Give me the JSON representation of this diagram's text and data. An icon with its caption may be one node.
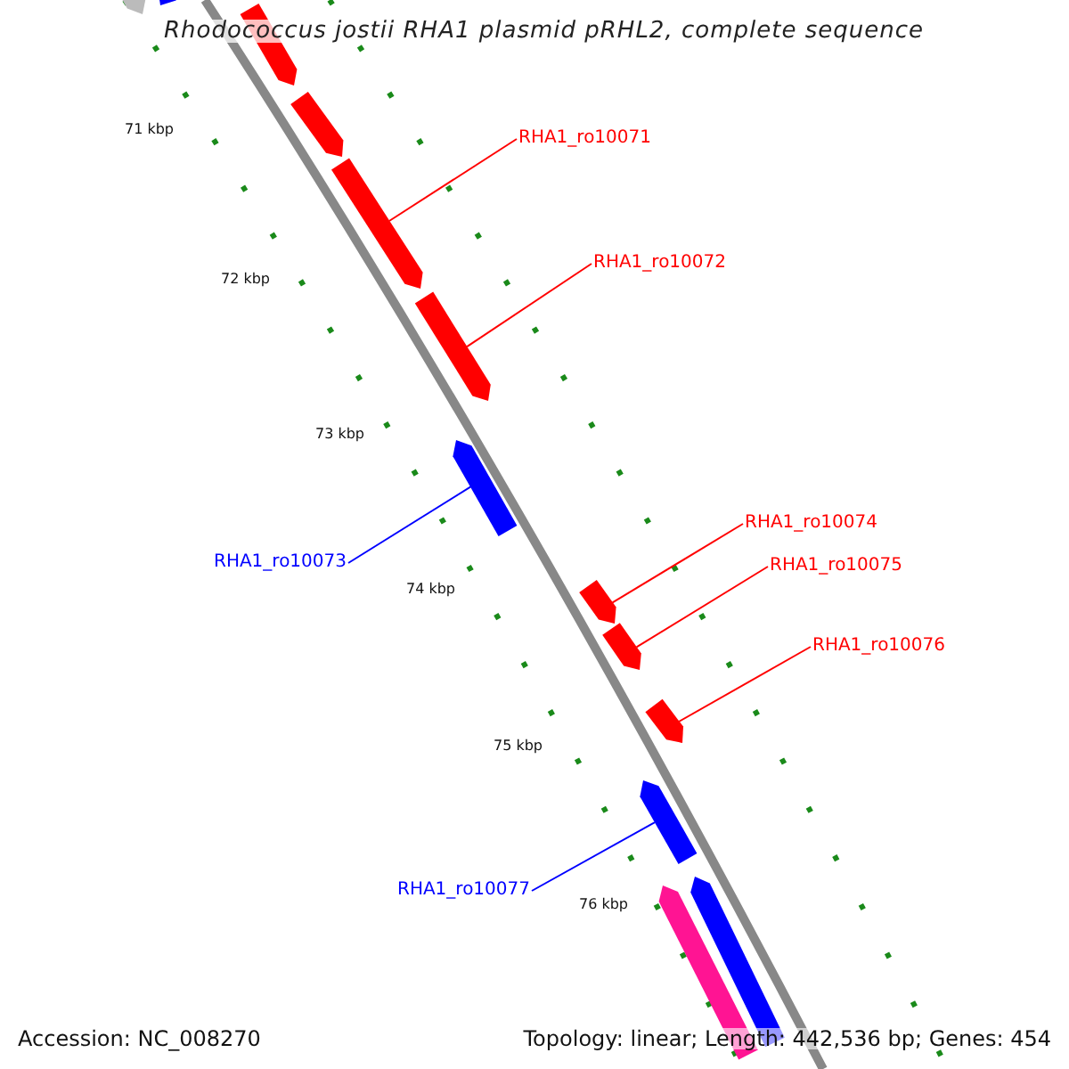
{
  "diagram": {
    "title": "Rhodococcus jostii RHA1 plasmid pRHL2, complete sequence",
    "nodes": [
      {
        "text": [
          "RHA1_ro10071"
        ]
      },
      {
        "text": [
          "RHA1_ro10072"
        ]
      },
      {
        "text": [
          "RHA1_ro10073"
        ]
      },
      {
        "text": [
          "RHA1_ro10074"
        ]
      },
      {
        "text": [
          "RHA1_ro10075"
        ]
      },
      {
        "text": [
          "RHA1_ro10076"
        ]
      },
      {
        "text": [
          "RHA1_ro10077"
        ]
      },
      {
        "text": [],
        "shape": "bar"
      },
      {
        "text": [],
        "shape": "bar"
      },
      {
        "text": [],
        "shape": "bar"
      },
      {
        "text": [],
        "shape": "bar"
      },
      {
        "text": [],
        "shape": "bar"
      },
      {
        "text": [],
        "shape": "bar"
      },
      {
        "text": [],
        "shape": "bar"
      }
    ],
    "edges": [
      {
        "from": 0,
        "to": 7,
        "arrow": "none"
      },
      {
        "from": 1,
        "to": 8,
        "arrow": "none"
      },
      {
        "from": 2,
        "to": 9,
        "arrow": "none",
        "color": "#0000ff"
      },
      {
        "from": 3,
        "to": 10,
        "arrow": "none"
      },
      {
        "from": 4,
        "to": 11,
        "arrow": "none"
      },
      {
        "from": 5,
        "to": 12,
        "arrow": "none"
      },
      {
        "from": 6,
        "to": 13,
        "arrow": "none",
        "color": "#0000ff"
      }
    ],
    "labels": [
      "71 kbp",
      "72 kbp",
      "73 kbp",
      "74 kbp",
      "75 kbp",
      "76 kbp",
      "Accession: NC_008270",
      "Topology: linear; Length: 442,536 bp; Genes: 454"
    ]
  }
}
